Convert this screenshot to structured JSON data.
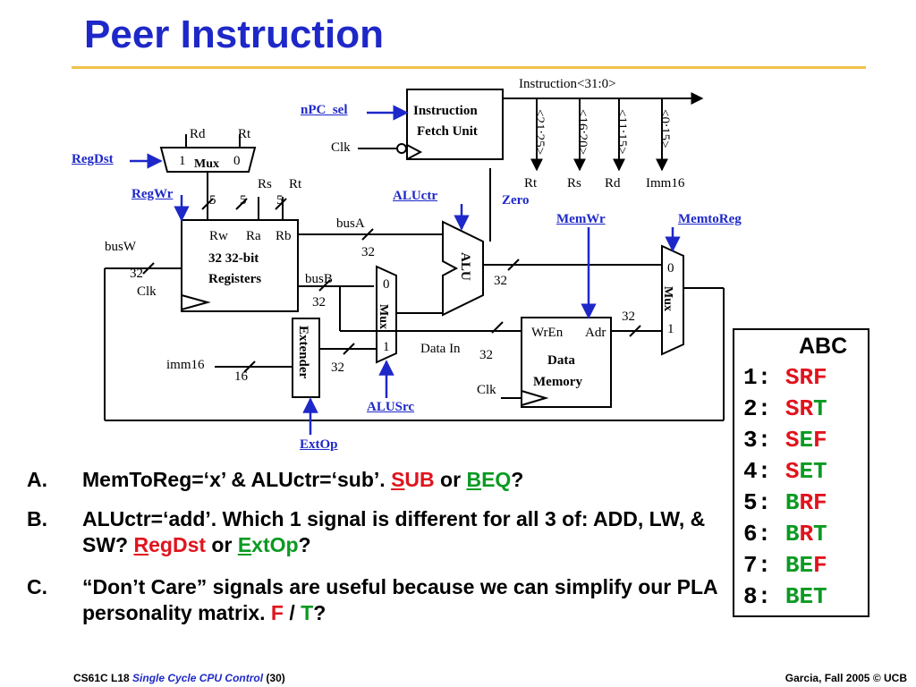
{
  "title": "Peer Instruction",
  "diagram": {
    "instruction_label": "Instruction<31:0>",
    "ifu_label_1": "Instruction",
    "ifu_label_2": "Fetch Unit",
    "npc_sel": "nPC_sel",
    "clk": "Clk",
    "field_21_25": "<21:25>",
    "field_16_20": "<16:20>",
    "field_11_15": "<11:15>",
    "field_0_15": "<0:15>",
    "rt": "Rt",
    "rs": "Rs",
    "rd": "Rd",
    "imm16": "Imm16",
    "imm16_lower": "imm16",
    "regdst": "RegDst",
    "regwr": "RegWr",
    "aluctr": "ALUctr",
    "zero": "Zero",
    "memwr": "MemWr",
    "memtoreg": "MemtoReg",
    "mux": "Mux",
    "mux_in1": "1",
    "mux_in0": "0",
    "five": "5",
    "thirty_two": "32",
    "sixteen": "16",
    "busA": "busA",
    "busB": "busB",
    "busW": "busW",
    "rw": "Rw",
    "ra": "Ra",
    "rb": "Rb",
    "reg_line1": "32 32-bit",
    "reg_line2": "Registers",
    "alu": "ALU",
    "extender": "Extender",
    "alusrc": "ALUSrc",
    "extop": "ExtOp",
    "data_in": "Data In",
    "wren": "WrEn",
    "adr": "Adr",
    "datamem_1": "Data",
    "datamem_2": "Memory"
  },
  "questions": [
    {
      "label": "A.",
      "parts": [
        "MemToReg=‘x’ & ALUctr=‘sub’. ",
        "S",
        "UB",
        " or ",
        "B",
        "EQ",
        "?"
      ]
    },
    {
      "label": "B.",
      "parts": [
        "ALUctr=‘add’. Which 1 signal is different for all 3 of: ADD, LW, & SW? ",
        "R",
        "egDst",
        " or ",
        "E",
        "xtOp",
        "?"
      ]
    },
    {
      "label": "C.",
      "parts": [
        "“Don’t Care” signals are useful because we can simplify our PLA personality matrix. ",
        "F",
        " / ",
        "T",
        "?"
      ]
    }
  ],
  "answers": {
    "header": "ABC",
    "rows": [
      {
        "num": "1:",
        "a": "S",
        "b": "R",
        "c": "F"
      },
      {
        "num": "2:",
        "a": "S",
        "b": "R",
        "c": "T"
      },
      {
        "num": "3:",
        "a": "S",
        "b": "E",
        "c": "F"
      },
      {
        "num": "4:",
        "a": "S",
        "b": "E",
        "c": "T"
      },
      {
        "num": "5:",
        "a": "B",
        "b": "R",
        "c": "F"
      },
      {
        "num": "6:",
        "a": "B",
        "b": "R",
        "c": "T"
      },
      {
        "num": "7:",
        "a": "B",
        "b": "E",
        "c": "F"
      },
      {
        "num": "8:",
        "a": "B",
        "b": "E",
        "c": "T"
      }
    ]
  },
  "footer": {
    "left_a": "CS61C L18 ",
    "left_b": "Single Cycle CPU Control",
    "left_c": " (30)",
    "right": "Garcia, Fall 2005 © UCB"
  },
  "colors": {
    "title": "#1e28c8",
    "rule": "#f0c24a",
    "signal_blue": "#1e28c8",
    "red": "#e0141e",
    "green": "#0a9a22"
  }
}
